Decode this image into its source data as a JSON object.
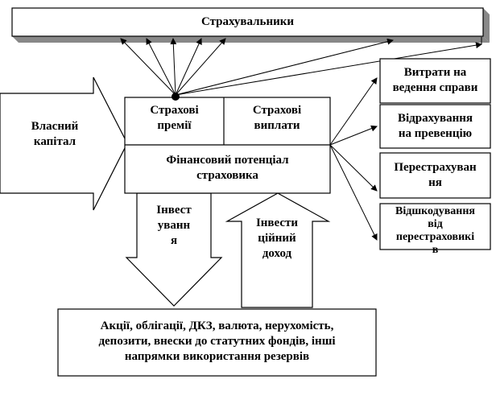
{
  "insurers": "Страхувальники",
  "premiums": "Страхові\nпремії",
  "payouts": "Страхові\nвиплати",
  "equity": "Власний\nкапітал",
  "potential": "Фінансовий потенціал\nстраховика",
  "investing": "Інвест\nуванн\nя",
  "investment_income": "Інвести\nційний\nдоход",
  "expenses": [
    "Витрати на\nведення справи",
    "Відрахування\nна превенцію",
    "Перестрахуван\nня",
    "Відшкодування\nвід\nперестраховикі\nв"
  ],
  "assets": "Акції, облігації, ДКЗ, валюта, нерухомість,\nдепозити, внески до статутних фондів, інші\nнапрямки використання резервів"
}
